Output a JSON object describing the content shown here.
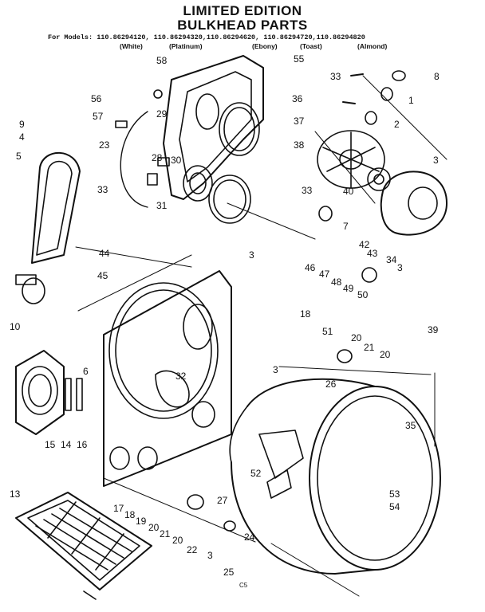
{
  "header": {
    "title_line1": "LIMITED EDITION",
    "title_line2": "BULKHEAD PARTS",
    "models_line": "For Models: 110.86294120, 110.86294320,110.86294620, 110.86294720,110.86294820",
    "color_variants": [
      "(White)",
      "(Platinum)",
      "(Ebony)",
      "(Toast)",
      "(Almond)"
    ]
  },
  "callouts": [
    "58",
    "55",
    "8",
    "33",
    "1",
    "56",
    "36",
    "2",
    "57",
    "29",
    "37",
    "3",
    "9",
    "4",
    "23",
    "28",
    "30",
    "40",
    "38",
    "5",
    "31",
    "33",
    "7",
    "42",
    "33",
    "43",
    "44",
    "34",
    "3",
    "45",
    "3",
    "46",
    "47",
    "48",
    "49",
    "50",
    "18",
    "39",
    "51",
    "20",
    "21",
    "20",
    "10",
    "6",
    "3",
    "26",
    "32",
    "35",
    "15",
    "14",
    "16",
    "52",
    "53",
    "54",
    "13",
    "17",
    "18",
    "19",
    "20",
    "21",
    "20",
    "22",
    "27",
    "24",
    "3",
    "25"
  ],
  "footer": {
    "code": "C5"
  }
}
